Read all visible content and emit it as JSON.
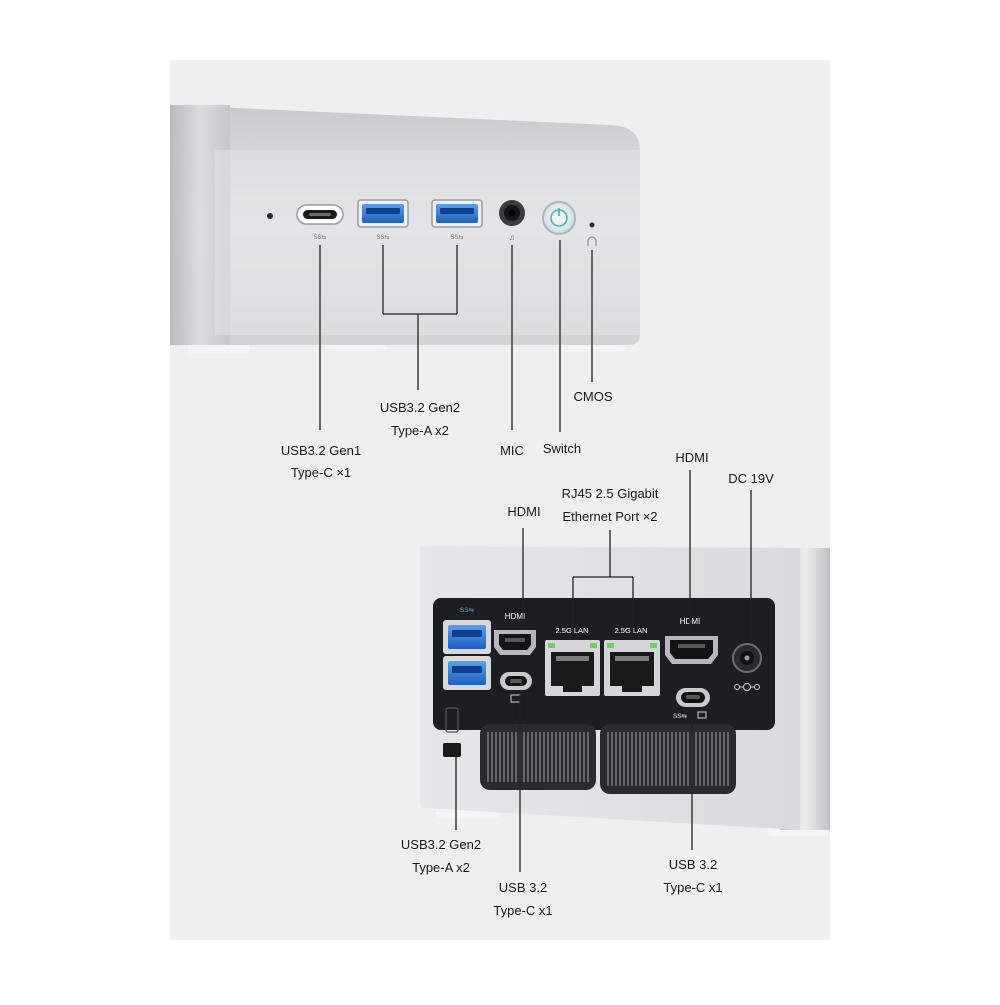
{
  "front": {
    "port_labels": {
      "usb_c_gen1": {
        "line1": "USB3.2 Gen1",
        "line2": "Type-C ×1"
      },
      "usb_a_gen2": {
        "line1": "USB3.2 Gen2",
        "line2": "Type-A x2"
      },
      "mic": "MIC",
      "switch": "Switch",
      "cmos": "CMOS"
    }
  },
  "rear": {
    "port_labels": {
      "hdmi_left": "HDMI",
      "rj45": {
        "line1": "RJ45  2.5 Gigabit",
        "line2": "Ethernet Port ×2"
      },
      "hdmi_right": "HDMI",
      "dc": "DC 19V",
      "usb_a_gen2": {
        "line1": "USB3.2 Gen2",
        "line2": "Type-A x2"
      },
      "usb_c_left": {
        "line1": "USB 3.2",
        "line2": "Type-C x1"
      },
      "usb_c_right": {
        "line1": "USB 3.2",
        "line2": "Type-C x1"
      }
    },
    "panel_text": {
      "hdmi_left": "HDMI",
      "hdmi_right": "HDMI",
      "lan_1": "2.5G LAN",
      "lan_2": "2.5G LAN",
      "ss_left": "SS⇆",
      "ss_right": "SS⇆"
    }
  },
  "colors": {
    "background_panel": "#efefef",
    "chassis_silver": "#d6d7da",
    "rear_panel_black": "#1d1e22",
    "usb_blue": "#2f78d6",
    "leader_line": "#222222"
  }
}
